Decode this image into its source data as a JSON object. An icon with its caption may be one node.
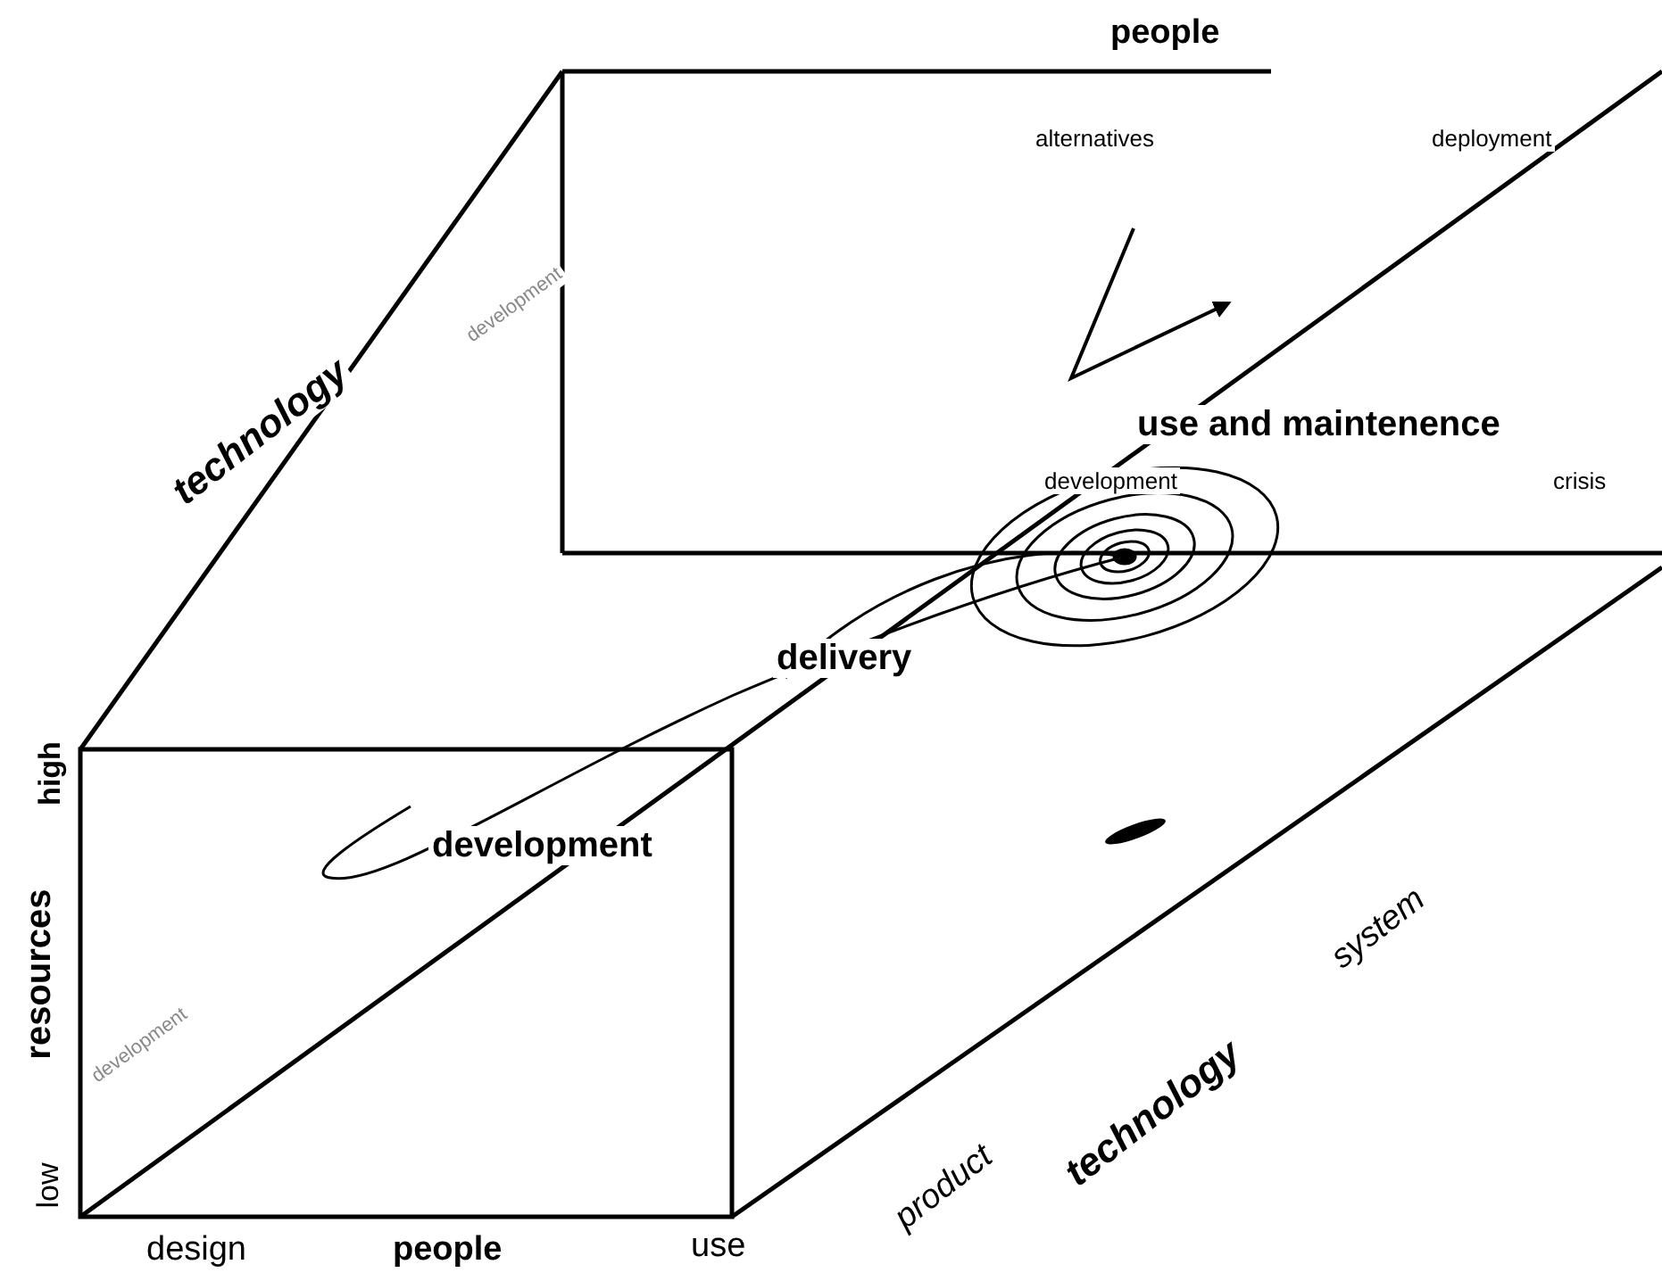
{
  "diagram": {
    "labels": [
      "people",
      "alternatives",
      "deployment",
      "technology",
      "development",
      "use and maintenence",
      "development",
      "crisis",
      "delivery",
      "high",
      "development",
      "resources",
      "system",
      "low",
      "development",
      "technology",
      "product",
      "design",
      "people",
      "use"
    ]
  }
}
